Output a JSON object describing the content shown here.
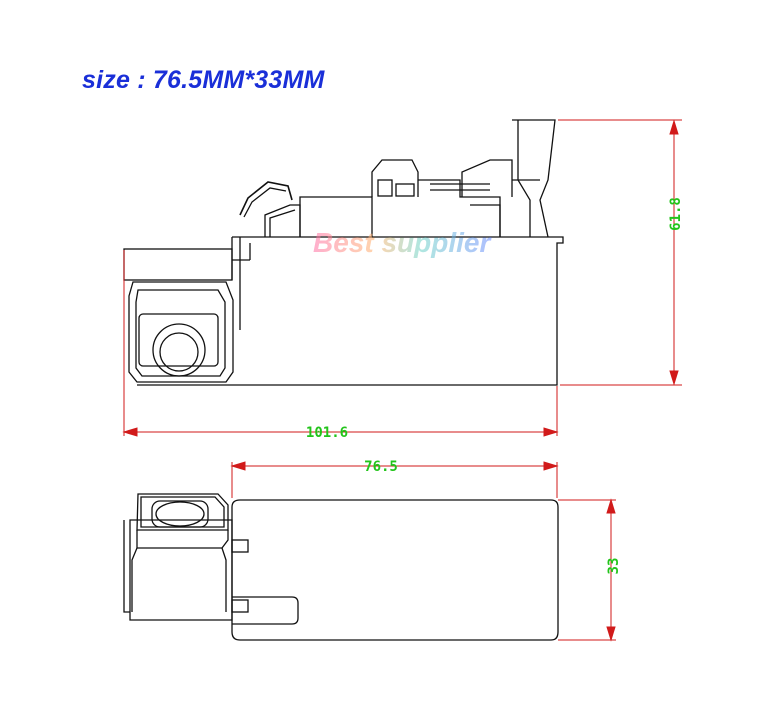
{
  "title": "size : 76.5MM*33MM",
  "watermark": "Best supplier",
  "dimensions": {
    "height_side": "61.8",
    "length_side": "101.6",
    "length_top": "76.5",
    "width_top": "33"
  },
  "colors": {
    "title": "#1a2fd8",
    "dimension_line": "#d11a1a",
    "dimension_text": "#22c41a",
    "outline": "#111111"
  }
}
